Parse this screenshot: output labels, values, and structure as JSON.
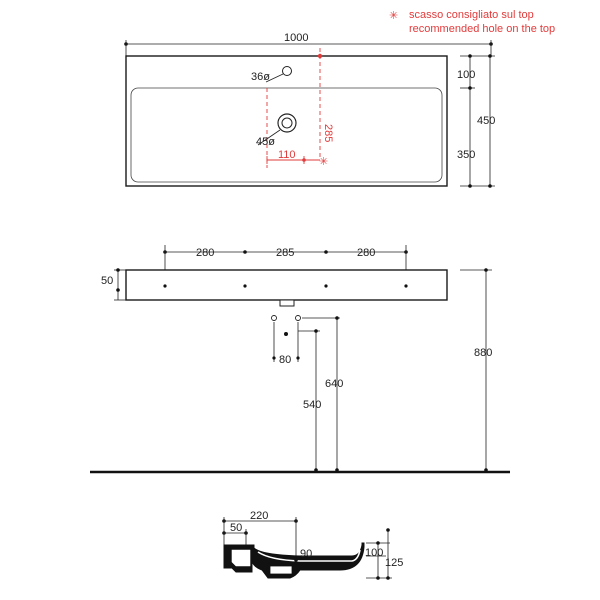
{
  "legend": {
    "symbol": "✳",
    "line1": "scasso consigliato sul top",
    "line2": "recommended hole on the top"
  },
  "colors": {
    "accent": "#e23b3b",
    "ink": "#222222"
  },
  "top_view": {
    "width": "1000",
    "hole_tap": "36ø",
    "hole_drain": "45ø",
    "offset_vertical": "285",
    "offset_horizontal": "110",
    "depth_top": "100",
    "depth_total": "450",
    "depth_bowl": "350"
  },
  "front_view": {
    "spacing_left": "280",
    "spacing_mid": "285",
    "spacing_right": "280",
    "thickness": "50",
    "drain_offset": "80",
    "height_drain_high": "640",
    "height_drain_low": "540",
    "height_total": "880"
  },
  "side_view": {
    "depth": "220",
    "edge": "50",
    "bowl_offset": "90",
    "height_inner": "100",
    "height_outer": "125"
  }
}
